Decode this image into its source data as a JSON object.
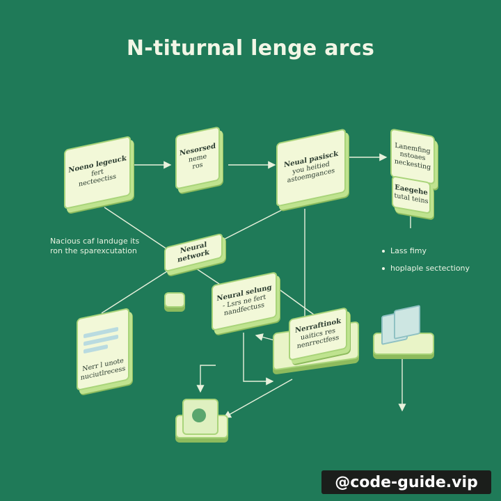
{
  "title": "N-titurnal lenge arcs",
  "nodes": {
    "left_box": [
      "Noeno legeuck",
      "fert",
      "necteectiss"
    ],
    "top_small": [
      "Nesorsed",
      "neme",
      "ros"
    ],
    "top_big": [
      "Neual pasisck",
      "you heitied",
      "astoemgances"
    ],
    "right_small1": [
      "Lanemfing",
      "nstoaes",
      "neckesting"
    ],
    "right_small2": [
      "Eaegehe",
      "tutal teins"
    ],
    "mid_label": [
      "Neural network"
    ],
    "center_box": [
      "Neural selung",
      "- Lsrs ne fert",
      "nandfectuss"
    ],
    "right_center": [
      "Nerraftinok",
      "uaitics res",
      "nenrrectfess"
    ],
    "bottom_left": [
      "Nerr l unote",
      "nuciutlrecess"
    ]
  },
  "free_text": {
    "left_note": [
      "Nacious caf landuge its",
      "ron the sparexcutation"
    ],
    "bullets": [
      "Lass fimy",
      "hoplaple sectectiony"
    ]
  },
  "watermark": "@code-guide.vip",
  "colors": {
    "background": "#1f7a58",
    "box_fill": "#f2f8d8",
    "box_border": "#a9d47a",
    "line": "#e8f1dc"
  },
  "icons": [
    "cube-icon",
    "small-box-icon",
    "document-icon",
    "panel-icon"
  ]
}
